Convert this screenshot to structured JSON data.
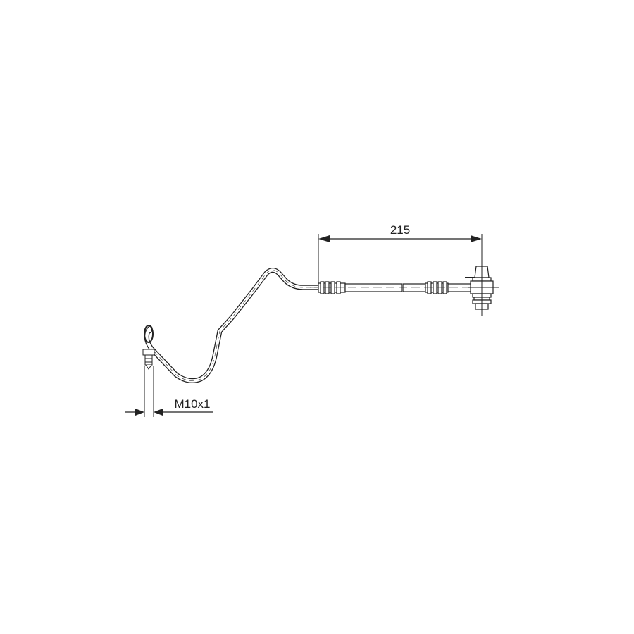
{
  "diagram": {
    "type": "technical-drawing",
    "subject": "brake-hose",
    "dimensions": {
      "length_label": "215",
      "thread_label": "M10x1"
    },
    "colors": {
      "line": "#222222",
      "background": "#ffffff"
    }
  }
}
